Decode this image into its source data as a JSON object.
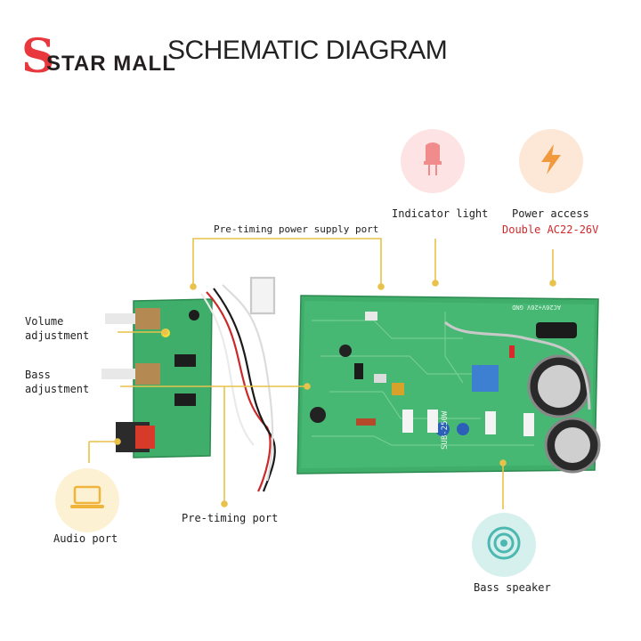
{
  "logo": {
    "brand_text": "STAR MALL"
  },
  "title": "SCHEMATIC DIAGRAM",
  "labels": {
    "indicator_light": "Indicator light",
    "power_access": "Power access",
    "power_voltage": "Double AC22-26V",
    "pre_timing_power_supply_port": "Pre-timing power supply port",
    "volume_adjustment_line1": "Volume",
    "volume_adjustment_line2": "adjustment",
    "bass_adjustment_line1": "Bass",
    "bass_adjustment_line2": "adjustment",
    "audio_port": "Audio port",
    "pre_timing_port": "Pre-timing port",
    "bass_speaker": "Bass speaker"
  },
  "board_markings": {
    "main_board_label": "SUB-250W",
    "power_label": "AC26V+26V GND"
  },
  "colors": {
    "leader_line": "#e8c24a",
    "pcb_green": "#3fae6a",
    "indicator_bg": "#fde3e3",
    "power_bg": "#fde7d6",
    "audio_bg": "#fdf1d3",
    "speaker_bg": "#d6f0ee",
    "warning_red": "#d0292c"
  },
  "icons": {
    "indicator": "led-icon",
    "power": "lightning-icon",
    "audio": "laptop-icon",
    "speaker": "speaker-icon"
  }
}
